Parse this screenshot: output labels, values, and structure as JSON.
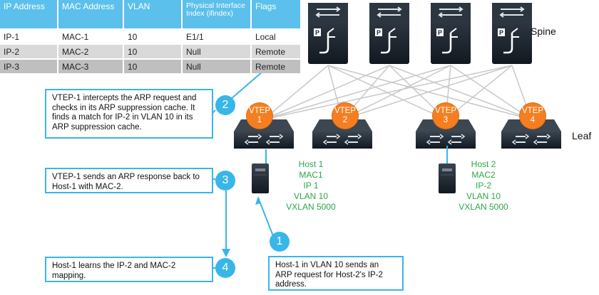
{
  "arp_table": {
    "headers": [
      "IP Address",
      "MAC Address",
      "VLAN",
      "Physical Interface Index (ifindex)",
      "Flags"
    ],
    "rows": [
      [
        "IP-1",
        "MAC-1",
        "10",
        "E1/1",
        "Local"
      ],
      [
        "IP-2",
        "MAC-2",
        "10",
        "Null",
        "Remote"
      ],
      [
        "IP-3",
        "MAC-3",
        "10",
        "Null",
        "Remote"
      ]
    ]
  },
  "labels": {
    "spine": "Spine",
    "leaf": "Leaf"
  },
  "vteps": [
    {
      "line1": "VTEP",
      "line2": "1"
    },
    {
      "line1": "VTEP",
      "line2": "2"
    },
    {
      "line1": "VTEP",
      "line2": "3"
    },
    {
      "line1": "VTEP",
      "line2": "4"
    }
  ],
  "hosts": [
    {
      "name": "Host 1",
      "mac": "MAC1",
      "ip": "IP 1",
      "vlan": "VLAN 10",
      "vxlan": "VXLAN 5000"
    },
    {
      "name": "Host 2",
      "mac": "MAC2",
      "ip": "IP-2",
      "vlan": "VLAN 10",
      "vxlan": "VXLAN 5000"
    }
  ],
  "steps": [
    {
      "number": "1",
      "text": "Host-1 in VLAN 10 sends an ARP request for Host-2's IP-2 address."
    },
    {
      "number": "2",
      "text": "VTEP-1 intercepts the ARP request and checks in its ARP suppression cache. It finds a match for IP-2 in VLAN 10 in its ARP suppression cache."
    },
    {
      "number": "3",
      "text": "VTEP-1 sends an ARP response back to Host-1 with MAC-2."
    },
    {
      "number": "4",
      "text": "Host-1 learns the IP-2 and MAC-2 mapping."
    }
  ],
  "colors": {
    "accent": "#38b6e8",
    "table_header": "#5bc0eb",
    "vtep": "#f57f20",
    "host_text": "#2aa84a",
    "device": "#1f2833"
  }
}
